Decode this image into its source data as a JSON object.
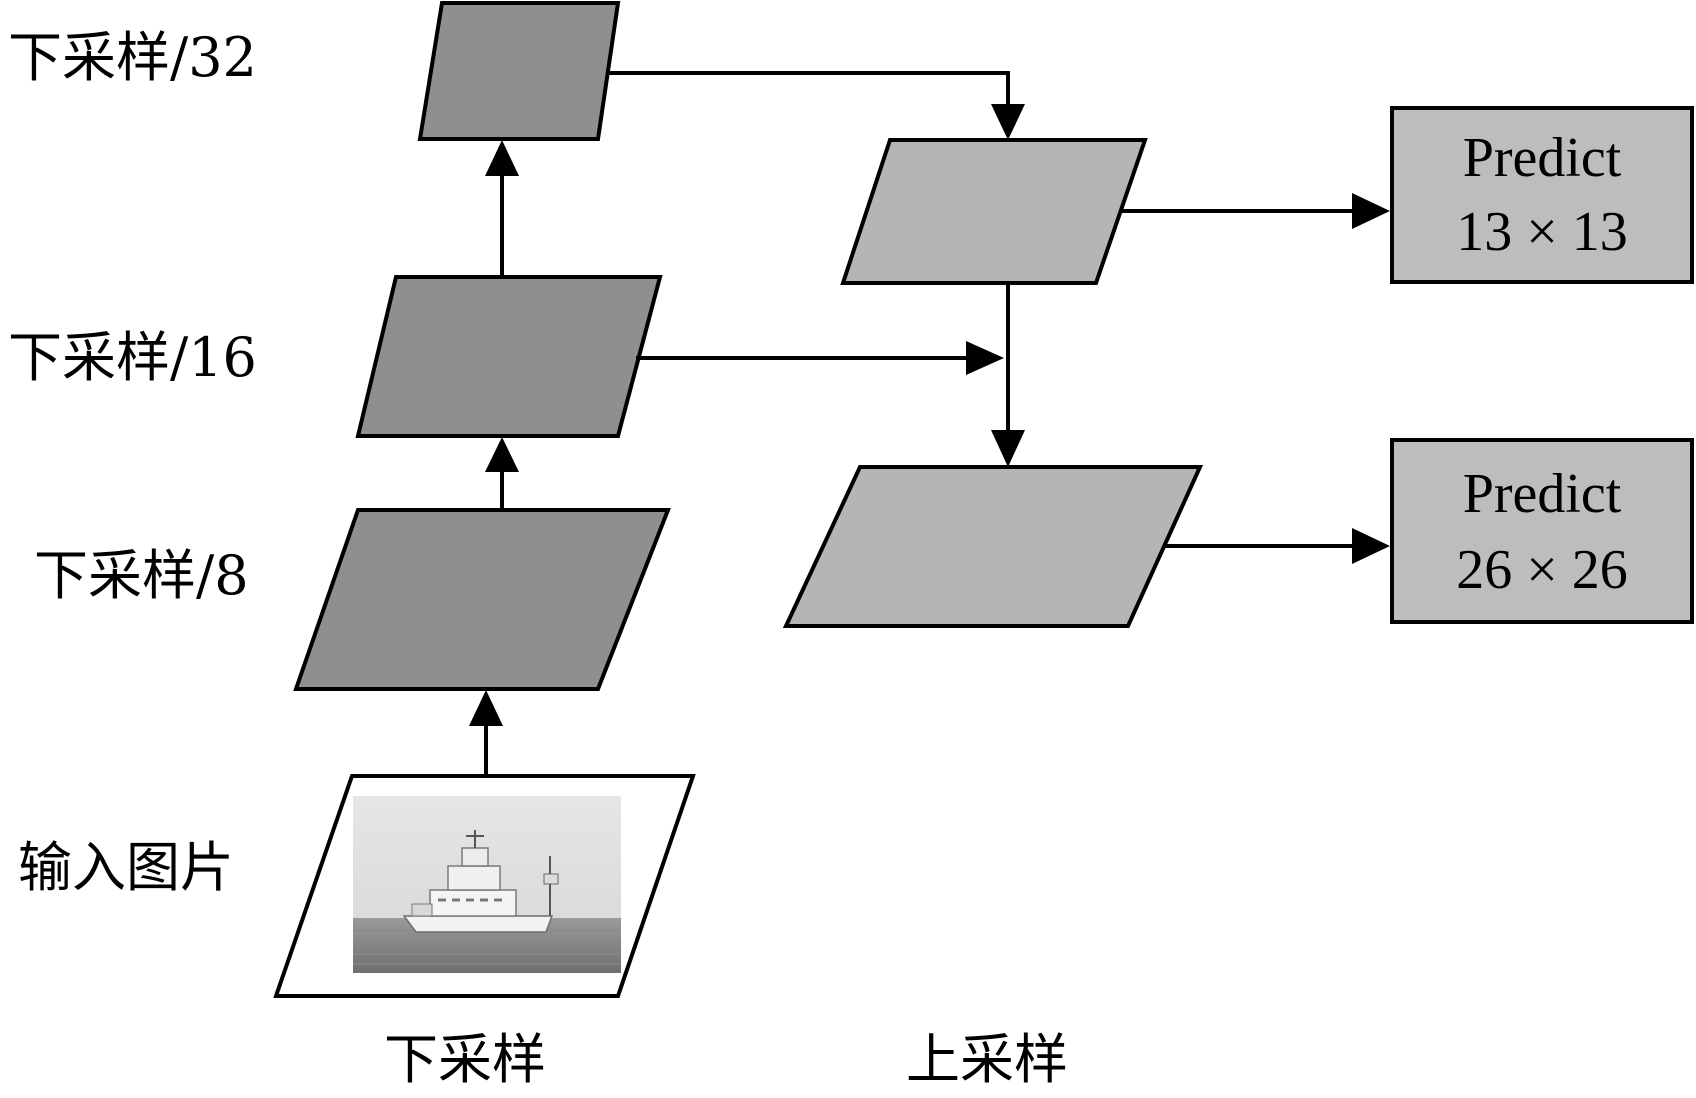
{
  "labels": {
    "downsample_32": "下采样/32",
    "downsample_16": "下采样/16",
    "downsample_8": "下采样/8",
    "input_image": "输入图片",
    "downsample": "下采样",
    "upsample": "上采样"
  },
  "predictions": [
    {
      "title": "Predict",
      "size": "13 × 13"
    },
    {
      "title": "Predict",
      "size": "26 × 26"
    }
  ],
  "colors": {
    "downsample_fill": "#8f8f8f",
    "upsample_fill": "#b5b5b5",
    "predict_fill": "#bdbdbd",
    "stroke": "#000000"
  },
  "icons": {
    "input_photo": "ship-at-sea-photo"
  }
}
